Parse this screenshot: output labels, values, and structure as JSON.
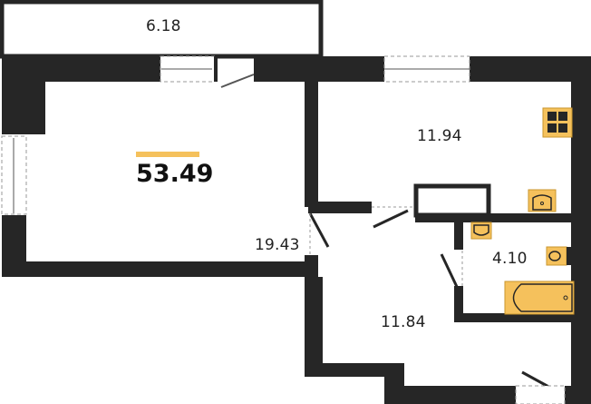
{
  "plan": {
    "total_area": "53.49",
    "rooms": [
      {
        "id": "balcony",
        "area": "6.18"
      },
      {
        "id": "living-room",
        "area": "19.43"
      },
      {
        "id": "kitchen",
        "area": "11.94"
      },
      {
        "id": "bathroom",
        "area": "4.10"
      },
      {
        "id": "hallway",
        "area": "11.84"
      }
    ],
    "fixtures": [
      "stove-icon",
      "kitchen-sink-icon",
      "washbasin-icon",
      "toilet-icon",
      "bathtub-icon"
    ]
  },
  "colors": {
    "wall": "#262626",
    "accent": "#f5c15c",
    "fixture_fill": "#f5c15c",
    "background": "#ffffff"
  }
}
